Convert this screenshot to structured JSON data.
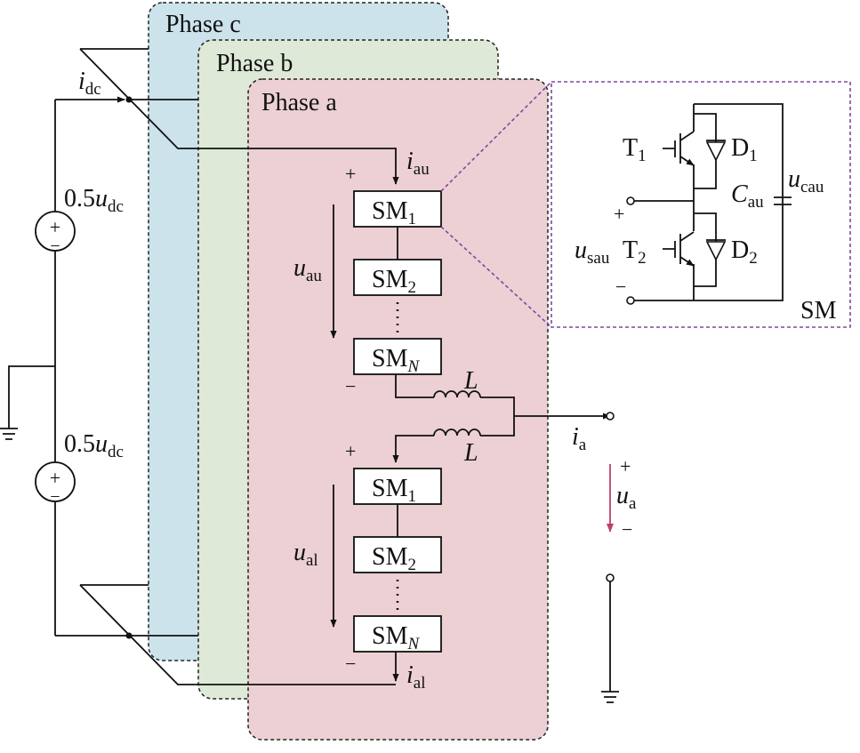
{
  "phases": {
    "c": "Phase c",
    "b": "Phase b",
    "a": "Phase a"
  },
  "colors": {
    "phase_c_fill": "#cce3ec",
    "phase_b_fill": "#dfe9d7",
    "phase_a_fill": "#ecd0d4",
    "sm_box_border": "#7a4aa0",
    "ua_arrow": "#c0406a"
  },
  "sources": {
    "upper_coef": "0.5",
    "lower_coef": "0.5",
    "var": "u",
    "sub": "dc",
    "plus": "+",
    "minus": "−"
  },
  "currents": {
    "idc": {
      "main": "i",
      "sub": "dc"
    },
    "iau": {
      "main": "i",
      "sub": "au"
    },
    "ial": {
      "main": "i",
      "sub": "al"
    },
    "ia": {
      "main": "i",
      "sub": "a"
    }
  },
  "arm_voltages": {
    "uau": {
      "main": "u",
      "sub": "au"
    },
    "ual": {
      "main": "u",
      "sub": "al"
    }
  },
  "upper_arm": {
    "modules": [
      {
        "main": "SM",
        "sub": "1"
      },
      {
        "main": "SM",
        "sub": "2"
      },
      {
        "main": "SM",
        "sub": "N"
      }
    ],
    "plus": "+",
    "minus": "−"
  },
  "lower_arm": {
    "modules": [
      {
        "main": "SM",
        "sub": "1"
      },
      {
        "main": "SM",
        "sub": "2"
      },
      {
        "main": "SM",
        "sub": "N"
      }
    ],
    "plus": "+",
    "minus": "−"
  },
  "inductors": {
    "upper": "L",
    "lower": "L"
  },
  "output": {
    "ua": {
      "main": "u",
      "sub": "a"
    },
    "plus": "+",
    "minus": "−"
  },
  "submodule_detail": {
    "title": "SM",
    "T1": {
      "main": "T",
      "sub": "1"
    },
    "T2": {
      "main": "T",
      "sub": "2"
    },
    "D1": {
      "main": "D",
      "sub": "1"
    },
    "D2": {
      "main": "D",
      "sub": "2"
    },
    "cap": {
      "main": "C",
      "sub": "au"
    },
    "ucau": {
      "main": "u",
      "sub": "cau"
    },
    "usau": {
      "main": "u",
      "sub": "sau"
    },
    "plus": "+",
    "minus": "−"
  }
}
